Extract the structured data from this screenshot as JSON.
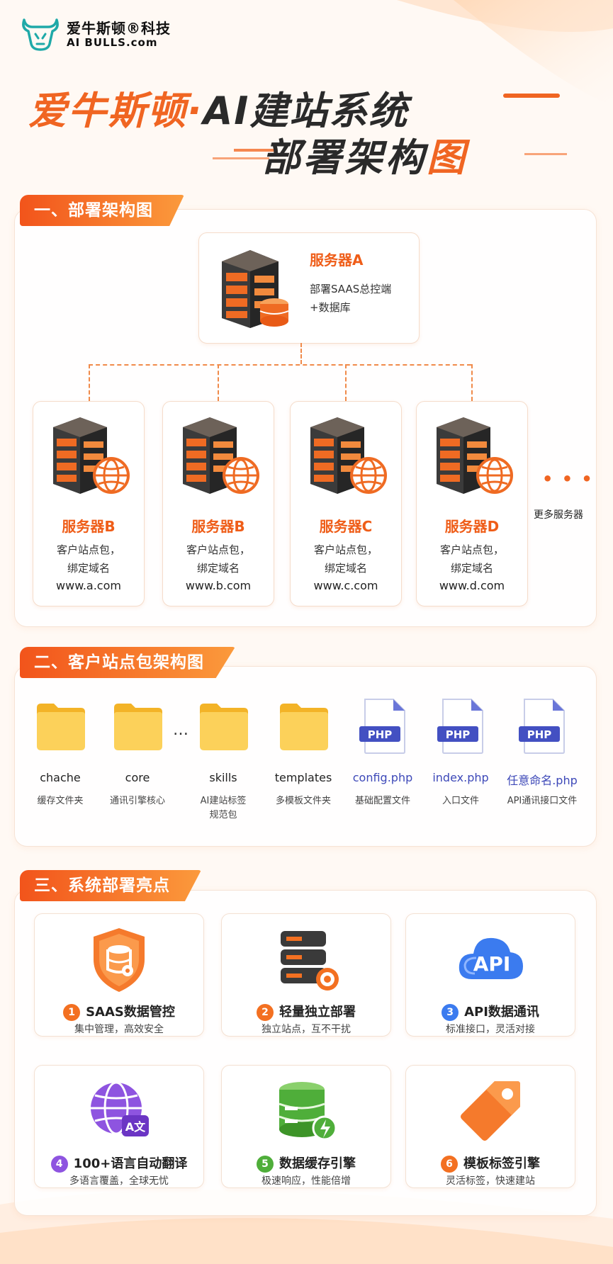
{
  "brand": {
    "name_cn": "爱牛斯顿®科技",
    "name_en": "AI BULLS.com"
  },
  "title": {
    "line1_orange": "爱牛斯顿·",
    "line1_dark": "AI建站系统",
    "line2_dark": "部署架构",
    "line2_orange": "图"
  },
  "section1": {
    "tab": "一、部署架构图",
    "server_a": {
      "name": "服务器A",
      "desc_1": "部署SAAS总控端",
      "desc_2": "+数据库"
    },
    "servers": [
      {
        "name": "服务器B",
        "desc_1": "客户站点包，",
        "desc_2": "绑定域名",
        "domain": "www.a.com"
      },
      {
        "name": "服务器B",
        "desc_1": "客户站点包，",
        "desc_2": "绑定域名",
        "domain": "www.b.com"
      },
      {
        "name": "服务器C",
        "desc_1": "客户站点包，",
        "desc_2": "绑定域名",
        "domain": "www.c.com"
      },
      {
        "name": "服务器D",
        "desc_1": "客户站点包，",
        "desc_2": "绑定域名",
        "domain": "www.d.com"
      }
    ],
    "more_dots": "• • •",
    "more_label": "更多服务器"
  },
  "section2": {
    "tab": "二、客户站点包架构图",
    "ellipsis": "…",
    "items": [
      {
        "name": "chache",
        "desc": "缓存文件夹",
        "type": "folder"
      },
      {
        "name": "core",
        "desc": "通讯引擎核心",
        "type": "folder"
      },
      {
        "name": "skills",
        "desc": "AI建站标签规范包",
        "desc_1": "AI建站标签",
        "desc_2": "规范包",
        "type": "folder"
      },
      {
        "name": "templates",
        "desc": "多模板文件夹",
        "type": "folder"
      },
      {
        "name": "config.php",
        "desc": "基础配置文件",
        "type": "php"
      },
      {
        "name": "index.php",
        "desc": "入口文件",
        "type": "php"
      },
      {
        "name": "任意命名.php",
        "desc": "API通讯接口文件",
        "type": "php"
      }
    ],
    "php_badge": "PHP"
  },
  "section3": {
    "tab": "三、系统部署亮点",
    "features": [
      {
        "num": "1",
        "title": "SAAS数据管控",
        "desc": "集中管理，高效安全",
        "icon": "shield-database-icon",
        "num_color": "#f37021"
      },
      {
        "num": "2",
        "title": "轻量独立部署",
        "desc": "独立站点，互不干扰",
        "icon": "server-gear-icon",
        "num_color": "#f37021"
      },
      {
        "num": "3",
        "title": "API数据通讯",
        "desc": "标准接口，灵活对接",
        "icon": "api-cloud-icon",
        "num_color": "#3b7bef"
      },
      {
        "num": "4",
        "title": "100+语言自动翻译",
        "desc": "多语言覆盖，全球无忧",
        "icon": "globe-translate-icon",
        "num_color": "#8e54e0"
      },
      {
        "num": "5",
        "title": "数据缓存引擎",
        "desc": "极速响应，性能倍增",
        "icon": "database-lightning-icon",
        "num_color": "#4fae3a"
      },
      {
        "num": "6",
        "title": "模板标签引擎",
        "desc": "灵活标签，快速建站",
        "icon": "tag-icon",
        "num_color": "#f37021"
      }
    ],
    "api_badge": "API",
    "translate_badge": "A文"
  },
  "colors": {
    "accent": "#f06522",
    "purple": "#8e54e0",
    "blue": "#3b7bef",
    "green": "#4fae3a",
    "php_blue": "#3d48b8"
  }
}
